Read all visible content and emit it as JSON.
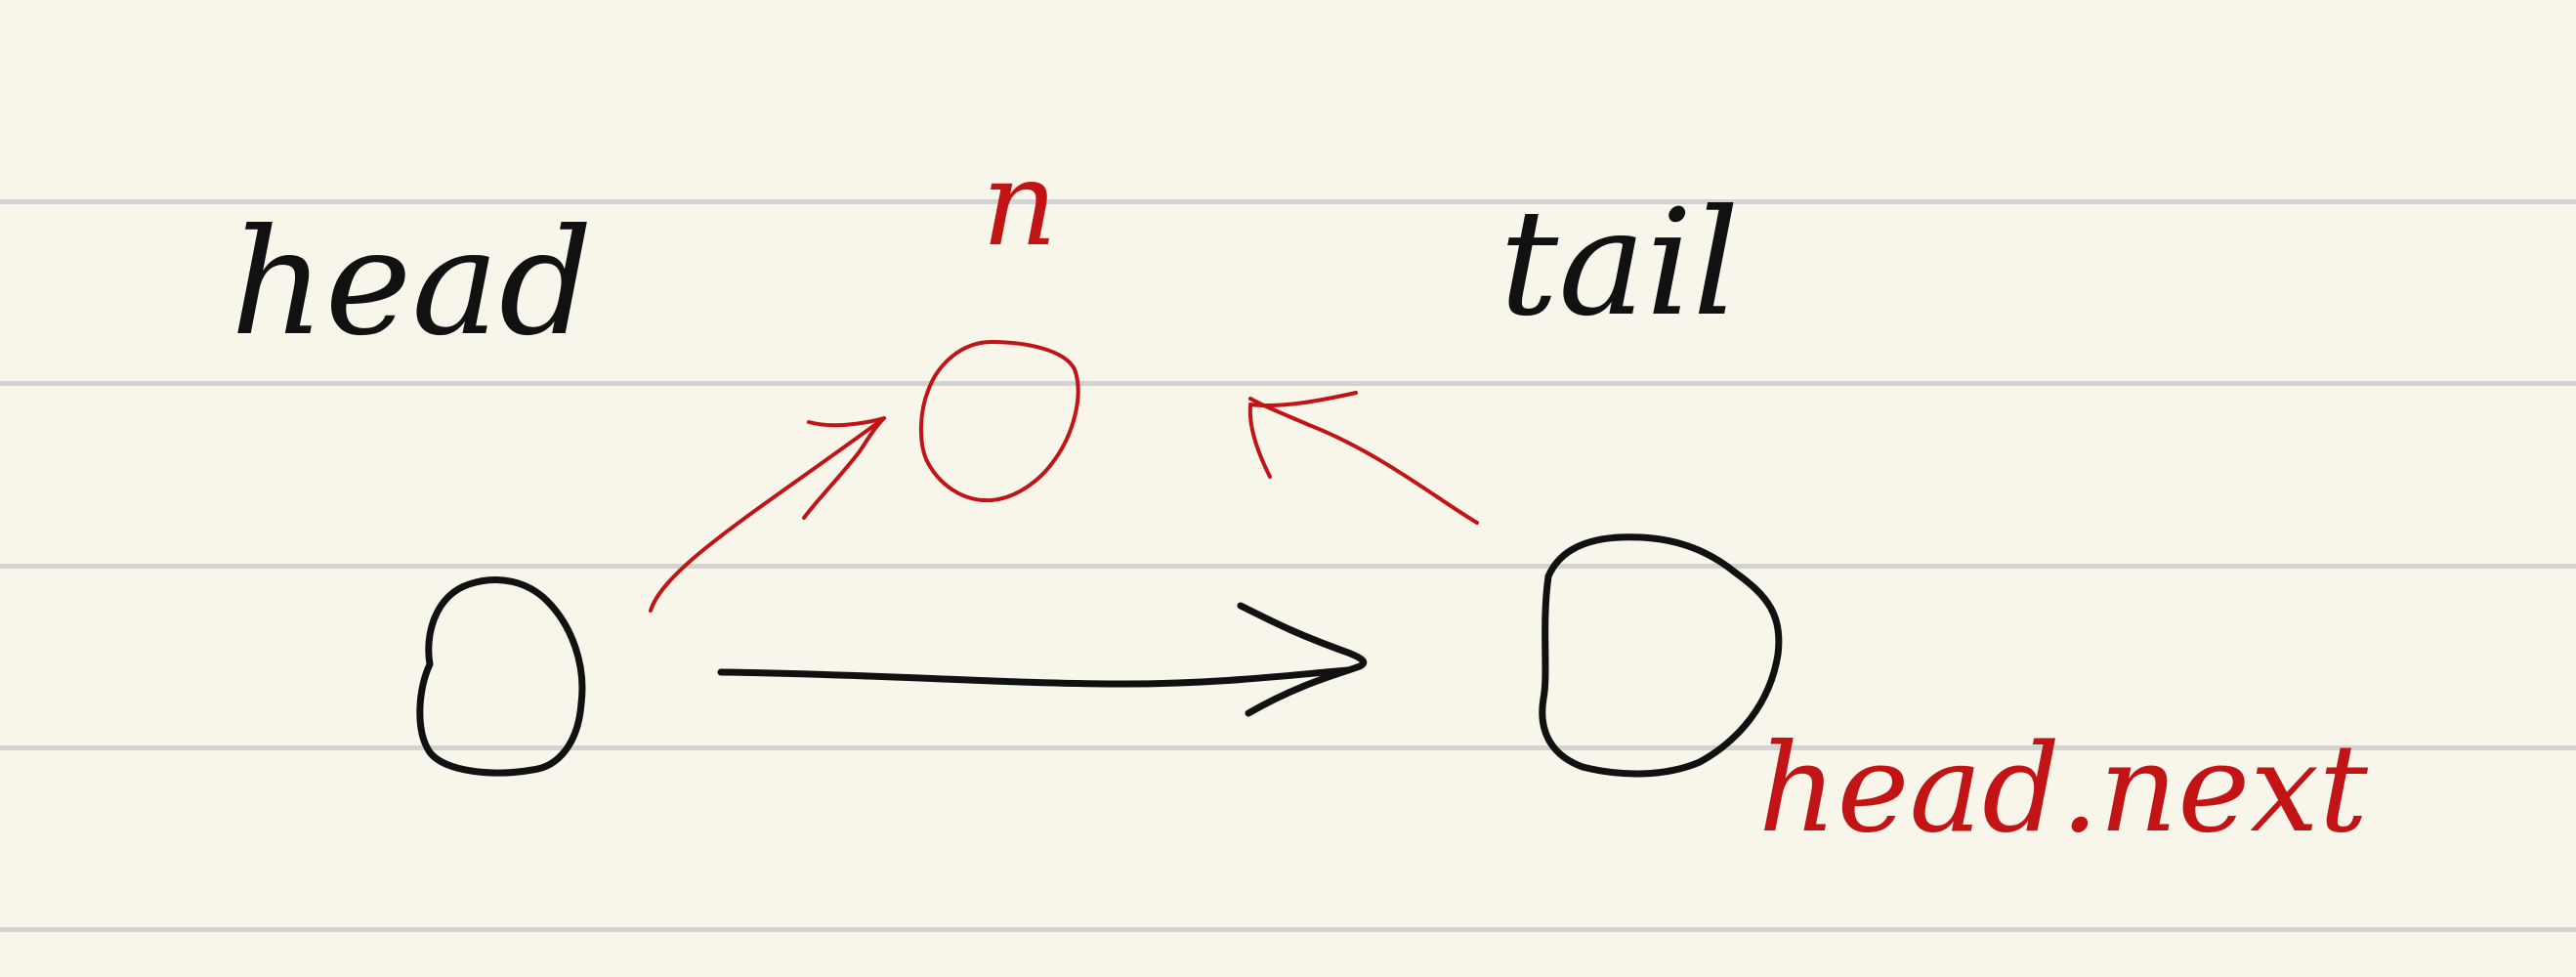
{
  "colors": {
    "paper": "#f8f6eb",
    "rule": "#d3d3d1",
    "black_ink": "#111111",
    "red_ink": "#c21414"
  },
  "labels": {
    "head": "head",
    "n": "n",
    "tail": "tail",
    "head_next": "head.next"
  },
  "nodes": [
    {
      "name": "head-node",
      "ink": "black"
    },
    {
      "name": "n-node",
      "ink": "red"
    },
    {
      "name": "tail-node",
      "ink": "black"
    }
  ],
  "arrows": [
    {
      "from": "head-node",
      "to": "tail-node",
      "ink": "black"
    },
    {
      "from": "head-node",
      "to": "n-node",
      "ink": "red"
    },
    {
      "from": "tail-node",
      "to": "n-node",
      "ink": "red"
    }
  ]
}
